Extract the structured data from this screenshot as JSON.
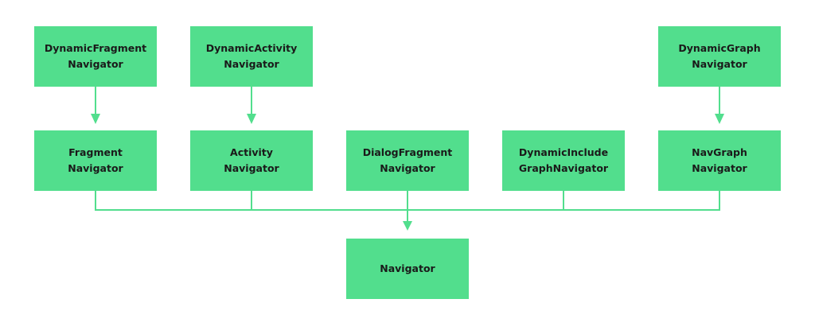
{
  "diagram": {
    "accent_color": "#52de8d",
    "text_color": "#1a1a1a",
    "nodes": {
      "dynamic_fragment_navigator": {
        "line1": "DynamicFragment",
        "line2": "Navigator"
      },
      "dynamic_activity_navigator": {
        "line1": "DynamicActivity",
        "line2": "Navigator"
      },
      "dynamic_graph_navigator": {
        "line1": "DynamicGraph",
        "line2": "Navigator"
      },
      "fragment_navigator": {
        "line1": "Fragment",
        "line2": "Navigator"
      },
      "activity_navigator": {
        "line1": "Activity",
        "line2": "Navigator"
      },
      "dialog_fragment_navigator": {
        "line1": "DialogFragment",
        "line2": "Navigator"
      },
      "dynamic_include_graph_navigator": {
        "line1": "DynamicInclude",
        "line2": "GraphNavigator"
      },
      "navgraph_navigator": {
        "line1": "NavGraph",
        "line2": "Navigator"
      },
      "navigator": {
        "line1": "Navigator"
      }
    },
    "edges": [
      {
        "from": "dynamic_fragment_navigator",
        "to": "fragment_navigator"
      },
      {
        "from": "dynamic_activity_navigator",
        "to": "activity_navigator"
      },
      {
        "from": "dynamic_graph_navigator",
        "to": "navgraph_navigator"
      },
      {
        "from": "fragment_navigator",
        "to": "navigator"
      },
      {
        "from": "activity_navigator",
        "to": "navigator"
      },
      {
        "from": "dialog_fragment_navigator",
        "to": "navigator"
      },
      {
        "from": "dynamic_include_graph_navigator",
        "to": "navigator"
      },
      {
        "from": "navgraph_navigator",
        "to": "navigator"
      }
    ]
  }
}
